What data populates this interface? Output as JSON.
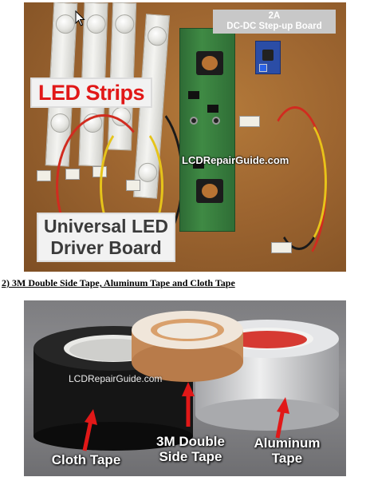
{
  "photo1": {
    "led_strips_label": "LED Strips",
    "driver_label_line1": "Universal LED",
    "driver_label_line2": "Driver Board",
    "stepup_label_line1": "2A",
    "stepup_label_line2": "DC-DC Step-up Board",
    "watermark": "LCDRepairGuide.com"
  },
  "caption": "2) 3M Double Side Tape, Aluminum Tape and Cloth Tape",
  "photo2": {
    "watermark": "LCDRepairGuide.com",
    "cloth_label_line1": "Cloth Tape",
    "double_label_line1": "3M Double",
    "double_label_line2": "Side Tape",
    "aluminum_label_line1": "Aluminum",
    "aluminum_label_line2": "Tape"
  },
  "colors": {
    "led_label_text": "#e11818",
    "arrow": "#e11818",
    "pcb_green": "#3f8a44",
    "stepup_blue": "#2b4da6"
  }
}
